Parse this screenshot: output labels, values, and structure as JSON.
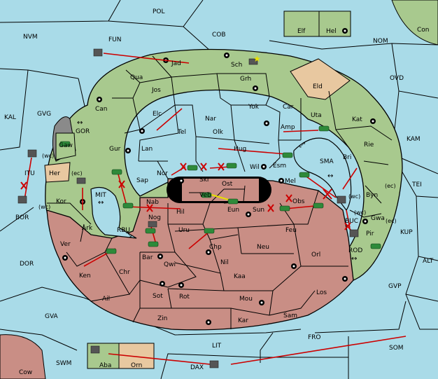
{
  "colors": {
    "sea": "#a9dbe8",
    "allied_green": "#a8c98e",
    "enemy_red": "#c98e85",
    "neutral_tan": "#e8c8a0",
    "mountain_gray": "#8a8a8a",
    "order_red": "#cc0000",
    "army_green": "#2e8a3a",
    "retreat_yellow": "#e8e000"
  },
  "sea_regions": [
    "POL",
    "NVM",
    "FUN",
    "COB",
    "NOM",
    "Con",
    "KAL",
    "GVG",
    "GOR",
    "OVD",
    "KAM",
    "SMA",
    "TEI",
    "MIT",
    "BOR",
    "RBU",
    "DOR",
    "GVP",
    "KUP",
    "ALT",
    "GVA",
    "LIT",
    "FRO",
    "SOM",
    "SWM",
    "DAX",
    "BUC",
    "ROD",
    "ITU"
  ],
  "green_territories": [
    "Elf",
    "Hel",
    "Jad",
    "Sch",
    "Qua",
    "Jos",
    "Grh",
    "Can",
    "Elc",
    "Nar",
    "Yok",
    "Car",
    "Uta",
    "Kat",
    "Gur",
    "Tel",
    "Olk",
    "Amp",
    "Rie",
    "Lan",
    "Hug",
    "Bri",
    "Nor",
    "Wil",
    "Esm",
    "Skr",
    "Sap",
    "Mel",
    "Gaw",
    "Kor",
    "Ark",
    "Byn",
    "Gwa",
    "Pir"
  ],
  "red_territories": [
    "Ost",
    "Veb",
    "Eun",
    "Nab",
    "Hil",
    "Sun",
    "Obs",
    "Nog",
    "Uru",
    "Feu",
    "Chp",
    "Neu",
    "Ver",
    "Bar",
    "Qwi",
    "Orl",
    "Ken",
    "Chr",
    "Nil",
    "Kaa",
    "Ail",
    "Sot",
    "Rot",
    "Mou",
    "Los",
    "Zin",
    "Kar",
    "Sam",
    "Cow"
  ],
  "tan_territories": [
    "Eld",
    "Her",
    "Orn"
  ],
  "gray_territories": [
    "Aba"
  ],
  "coast_tags": [
    "(wc)",
    "(ec)",
    "(wc)",
    "(ec)",
    "(wc)",
    "(wc)",
    "(ec)"
  ]
}
